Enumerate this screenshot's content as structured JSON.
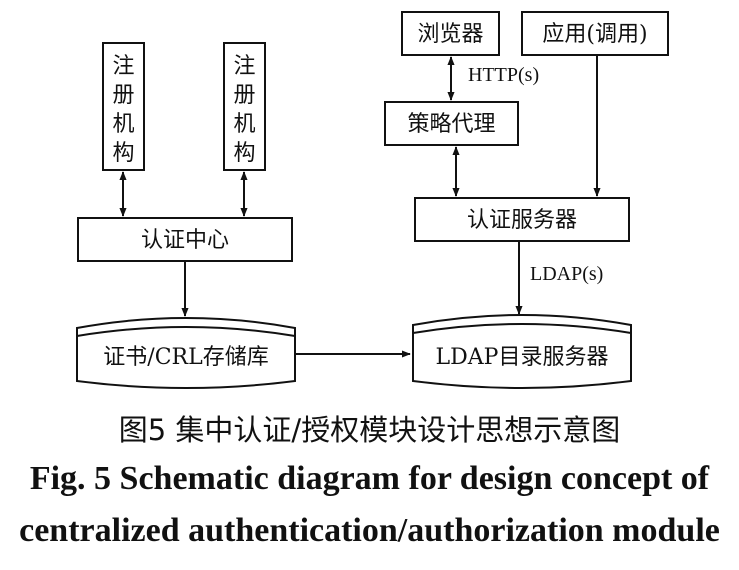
{
  "nodes": {
    "registry_1": "注册机构",
    "registry_2": "注册机构",
    "auth_center": "认证中心",
    "cert_store": "证书/CRL存储库",
    "browser": "浏览器",
    "application": "应用(调用)",
    "policy_proxy": "策略代理",
    "auth_server": "认证服务器",
    "ldap_server": "LDAP目录服务器"
  },
  "edges": {
    "http_label": "HTTP(s)",
    "ldap_label": "LDAP(s)"
  },
  "caption": {
    "chinese": "图5  集中认证/授权模块设计思想示意图",
    "english_line1": "Fig. 5  Schematic diagram for design concept of",
    "english_line2": "centralized authentication/authorization module"
  }
}
